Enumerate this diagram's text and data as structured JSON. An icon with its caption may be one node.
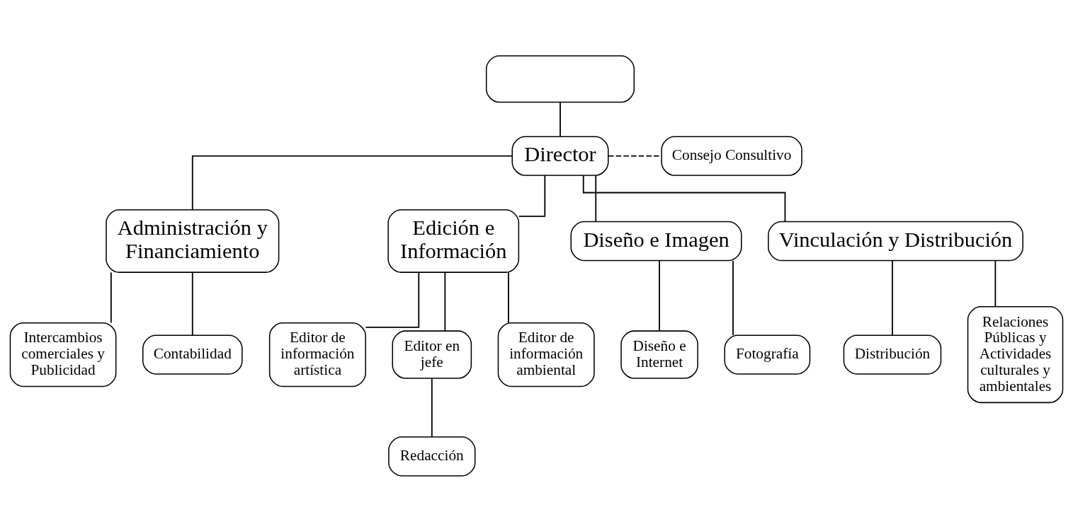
{
  "diagram": {
    "nodes": [
      {
        "text": [],
        "shape": "box"
      },
      {
        "text": [
          "Director"
        ]
      },
      {
        "text": [
          "Consejo Consultivo"
        ]
      },
      {
        "text": [
          "Administración y Financiamiento"
        ]
      },
      {
        "text": [
          "Edición e Información"
        ]
      },
      {
        "text": [
          "Diseño e Imagen"
        ]
      },
      {
        "text": [
          "Vinculación y Distribución"
        ]
      },
      {
        "text": [
          "Intercambios comerciales y Publicidad"
        ]
      },
      {
        "text": [
          "Contabilidad"
        ]
      },
      {
        "text": [
          "Editor de información artística"
        ]
      },
      {
        "text": [
          "Editor en jefe"
        ]
      },
      {
        "text": [
          "Redacción"
        ]
      },
      {
        "text": [
          "Editor de información ambiental"
        ]
      },
      {
        "text": [
          "Diseño e Internet"
        ]
      },
      {
        "text": [
          "Fotografía"
        ]
      },
      {
        "text": [
          "Distribución"
        ]
      },
      {
        "text": [
          "Relaciones Públicas y Actividades culturales y ambientales"
        ]
      }
    ],
    "edges": [
      {
        "from": 0,
        "to": 1,
        "arrow": "none"
      },
      {
        "from": 1,
        "to": 2,
        "arrow": "none",
        "style": "dashed"
      },
      {
        "from": 1,
        "to": 3,
        "arrow": "none"
      },
      {
        "from": 1,
        "to": 4,
        "arrow": "none"
      },
      {
        "from": 1,
        "to": 5,
        "arrow": "none"
      },
      {
        "from": 1,
        "to": 6,
        "arrow": "none"
      },
      {
        "from": 3,
        "to": 7,
        "arrow": "none"
      },
      {
        "from": 3,
        "to": 8,
        "arrow": "none"
      },
      {
        "from": 4,
        "to": 9,
        "arrow": "none"
      },
      {
        "from": 4,
        "to": 10,
        "arrow": "none"
      },
      {
        "from": 4,
        "to": 12,
        "arrow": "none"
      },
      {
        "from": 10,
        "to": 11,
        "arrow": "none"
      },
      {
        "from": 5,
        "to": 13,
        "arrow": "none"
      },
      {
        "from": 5,
        "to": 14,
        "arrow": "none"
      },
      {
        "from": 6,
        "to": 15,
        "arrow": "none"
      },
      {
        "from": 6,
        "to": 16,
        "arrow": "none"
      }
    ]
  }
}
